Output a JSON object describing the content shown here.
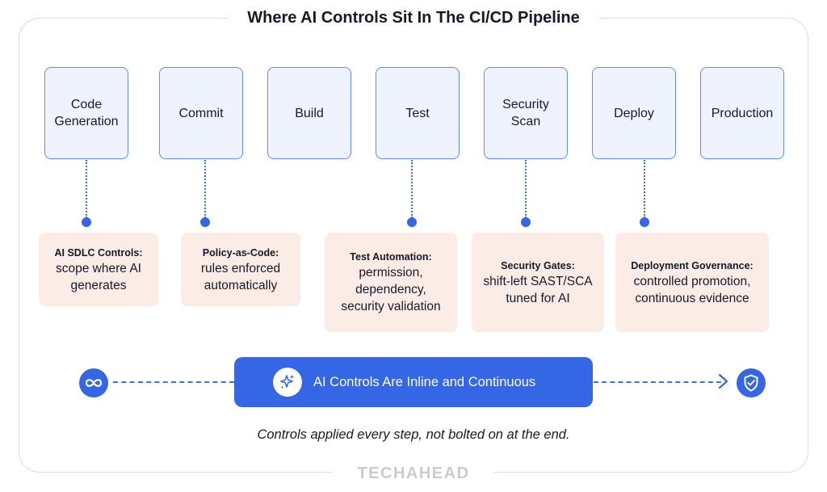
{
  "title": "Where AI Controls Sit In The CI/CD Pipeline",
  "stages": [
    {
      "label": "Code\nGeneration"
    },
    {
      "label": "Commit"
    },
    {
      "label": "Build"
    },
    {
      "label": "Test"
    },
    {
      "label": "Security\nScan"
    },
    {
      "label": "Deploy"
    },
    {
      "label": "Production"
    }
  ],
  "controls": [
    {
      "heading": "AI SDLC Controls:",
      "desc": "scope where AI\ngenerates"
    },
    {
      "heading": "Policy-as-Code:",
      "desc": "rules enforced\nautomatically"
    },
    {
      "heading": "Test Automation:",
      "desc": "permission,\ndependency,\nsecurity validation"
    },
    {
      "heading": "Security Gates:",
      "desc": "shift-left SAST/SCA\ntuned for AI"
    },
    {
      "heading": "Deployment Governance:",
      "desc": "controlled promotion,\ncontinuous evidence"
    }
  ],
  "banner": {
    "text": "AI Controls Are Inline and Continuous",
    "icon": "sparkle-icon"
  },
  "flow": {
    "start_icon": "infinity-icon",
    "end_icon": "shield-check-icon"
  },
  "footnote": "Controls applied every step, not bolted on at the end.",
  "brand": "TECHAHEAD",
  "colors": {
    "accent": "#3466e6",
    "stage_fill": "#eef3fd",
    "control_fill": "#fbece6"
  }
}
